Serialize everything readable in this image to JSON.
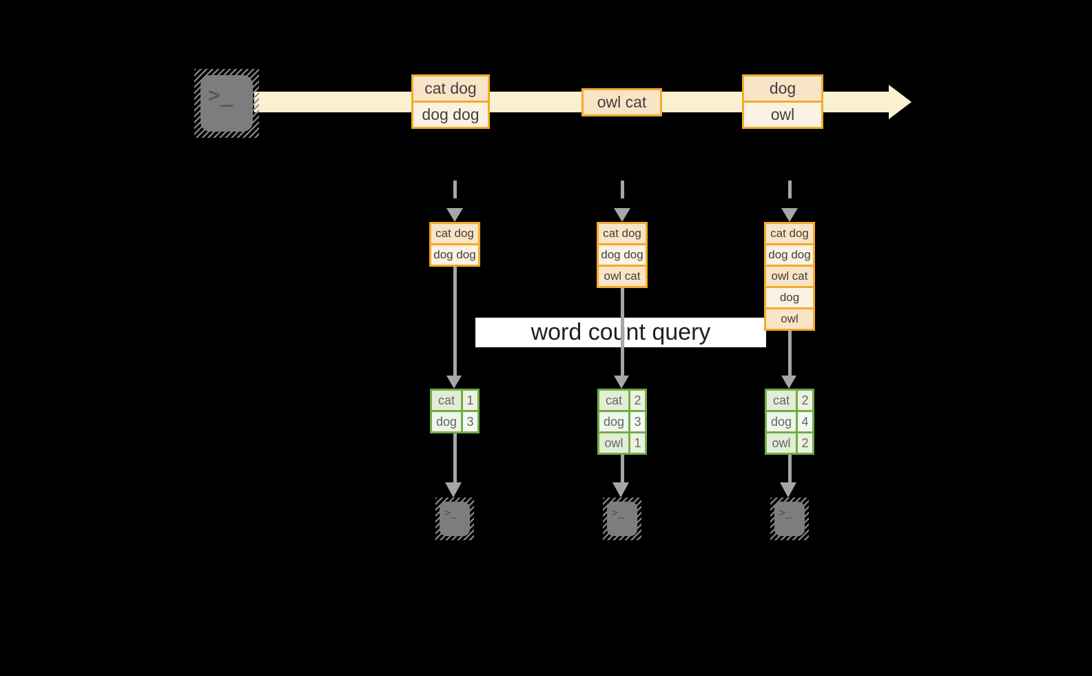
{
  "query": {
    "label": "word count query"
  },
  "icons": {
    "terminal_glyph": ">_",
    "source": "terminal-icon",
    "sinks": [
      "terminal-icon",
      "terminal-icon",
      "terminal-icon"
    ]
  },
  "stream": {
    "batches": [
      {
        "items": [
          "cat dog",
          "dog dog"
        ]
      },
      {
        "items": [
          "owl cat"
        ]
      },
      {
        "items": [
          "dog",
          "owl"
        ]
      }
    ]
  },
  "stages": [
    {
      "buffer": [
        "cat dog",
        "dog dog"
      ],
      "result": [
        [
          "cat",
          "1"
        ],
        [
          "dog",
          "3"
        ]
      ]
    },
    {
      "buffer": [
        "cat dog",
        "dog dog",
        "owl cat"
      ],
      "result": [
        [
          "cat",
          "2"
        ],
        [
          "dog",
          "3"
        ],
        [
          "owl",
          "1"
        ]
      ]
    },
    {
      "buffer": [
        "cat dog",
        "dog dog",
        "owl cat",
        "dog",
        "owl"
      ],
      "result": [
        [
          "cat",
          "2"
        ],
        [
          "dog",
          "4"
        ],
        [
          "owl",
          "2"
        ]
      ]
    }
  ],
  "colors": {
    "background": "#000000",
    "stream-band": "#FBF1D1",
    "box-border": "#F2AC29",
    "box-fill-peach": "#FAE4C7",
    "box-fill-cream": "#FCF2E3",
    "table-border": "#70AD47",
    "arrow-gray": "#A6A6A6",
    "icon-gray": "#7D7D7D",
    "label-bg": "#FFFFFF",
    "text-dark": "#3F3F3F",
    "table-text": "#666666"
  }
}
